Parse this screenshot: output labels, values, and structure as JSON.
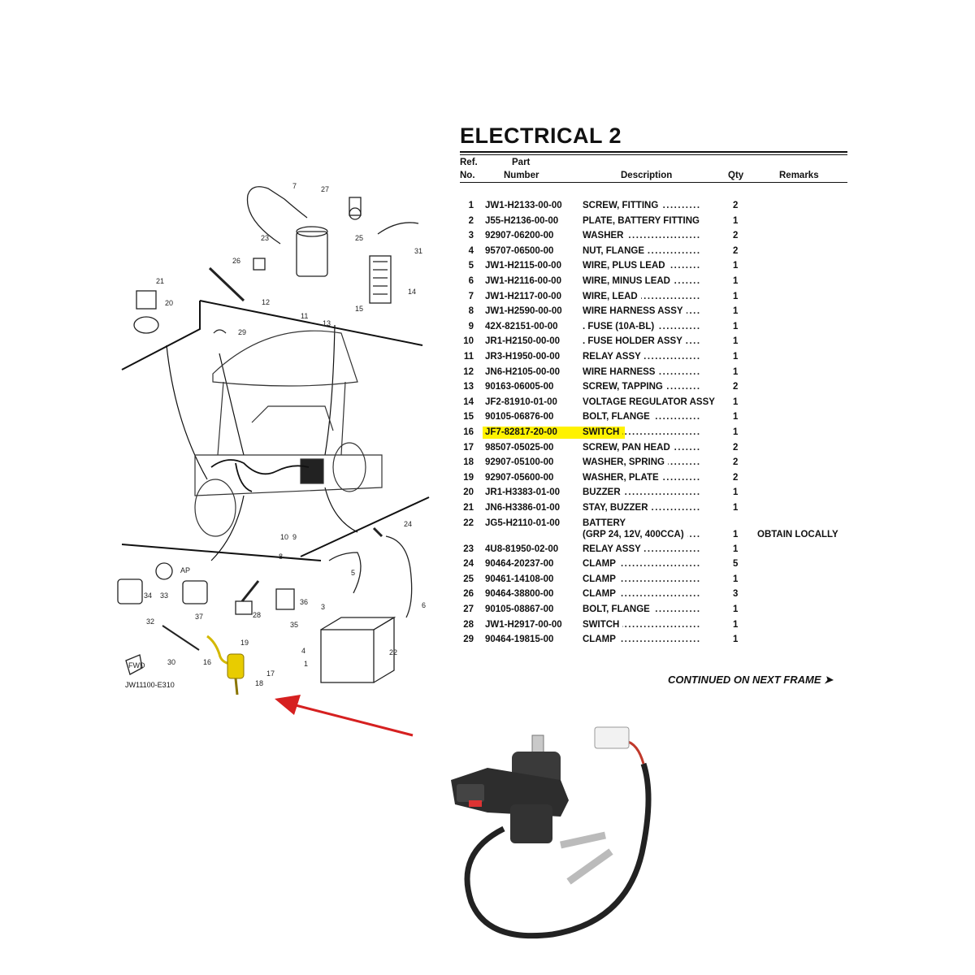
{
  "title": "ELECTRICAL 2",
  "headers": {
    "ref_line1": "Ref.",
    "ref_line2": "No.",
    "part_line1": "Part",
    "part_line2": "Number",
    "description": "Description",
    "qty": "Qty",
    "remarks": "Remarks"
  },
  "parts": [
    {
      "ref": "1",
      "part": "JW1-H2133-00-00",
      "desc": "SCREW, FITTING",
      "qty": "2",
      "remarks": ""
    },
    {
      "ref": "2",
      "part": "J55-H2136-00-00",
      "desc": "PLATE, BATTERY FITTING",
      "qty": "1",
      "remarks": ""
    },
    {
      "ref": "3",
      "part": "92907-06200-00",
      "desc": "WASHER",
      "qty": "2",
      "remarks": ""
    },
    {
      "ref": "4",
      "part": "95707-06500-00",
      "desc": "NUT, FLANGE",
      "qty": "2",
      "remarks": ""
    },
    {
      "ref": "5",
      "part": "JW1-H2115-00-00",
      "desc": "WIRE, PLUS LEAD",
      "qty": "1",
      "remarks": ""
    },
    {
      "ref": "6",
      "part": "JW1-H2116-00-00",
      "desc": "WIRE, MINUS LEAD",
      "qty": "1",
      "remarks": ""
    },
    {
      "ref": "7",
      "part": "JW1-H2117-00-00",
      "desc": "WIRE, LEAD",
      "qty": "1",
      "remarks": ""
    },
    {
      "ref": "8",
      "part": "JW1-H2590-00-00",
      "desc": "WIRE HARNESS ASSY",
      "qty": "1",
      "remarks": ""
    },
    {
      "ref": "9",
      "part": "42X-82151-00-00",
      "desc": ". FUSE (10A-BL)",
      "qty": "1",
      "remarks": ""
    },
    {
      "ref": "10",
      "part": "JR1-H2150-00-00",
      "desc": ". FUSE HOLDER ASSY",
      "qty": "1",
      "remarks": ""
    },
    {
      "ref": "11",
      "part": "JR3-H1950-00-00",
      "desc": "RELAY ASSY",
      "qty": "1",
      "remarks": ""
    },
    {
      "ref": "12",
      "part": "JN6-H2105-00-00",
      "desc": "WIRE HARNESS",
      "qty": "1",
      "remarks": ""
    },
    {
      "ref": "13",
      "part": "90163-06005-00",
      "desc": "SCREW, TAPPING",
      "qty": "2",
      "remarks": ""
    },
    {
      "ref": "14",
      "part": "JF2-81910-01-00",
      "desc": "VOLTAGE REGULATOR ASSY",
      "qty": "1",
      "remarks": ""
    },
    {
      "ref": "15",
      "part": "90105-06876-00",
      "desc": "BOLT, FLANGE",
      "qty": "1",
      "remarks": ""
    },
    {
      "ref": "16",
      "part": "JF7-82817-20-00",
      "desc": "SWITCH",
      "qty": "1",
      "remarks": "",
      "highlight": true
    },
    {
      "ref": "17",
      "part": "98507-05025-00",
      "desc": "SCREW, PAN HEAD",
      "qty": "2",
      "remarks": ""
    },
    {
      "ref": "18",
      "part": "92907-05100-00",
      "desc": "WASHER, SPRING",
      "qty": "2",
      "remarks": ""
    },
    {
      "ref": "19",
      "part": "92907-05600-00",
      "desc": "WASHER, PLATE",
      "qty": "2",
      "remarks": ""
    },
    {
      "ref": "20",
      "part": "JR1-H3383-01-00",
      "desc": "BUZZER",
      "qty": "1",
      "remarks": ""
    },
    {
      "ref": "21",
      "part": "JN6-H3386-01-00",
      "desc": "STAY, BUZZER",
      "qty": "1",
      "remarks": ""
    },
    {
      "ref": "22",
      "part": "JG5-H2110-01-00",
      "desc": "BATTERY",
      "desc2": "(GRP 24, 12V, 400CCA)",
      "qty": "1",
      "remarks": "OBTAIN LOCALLY"
    },
    {
      "ref": "23",
      "part": "4U8-81950-02-00",
      "desc": "RELAY ASSY",
      "qty": "1",
      "remarks": ""
    },
    {
      "ref": "24",
      "part": "90464-20237-00",
      "desc": "CLAMP",
      "qty": "5",
      "remarks": ""
    },
    {
      "ref": "25",
      "part": "90461-14108-00",
      "desc": "CLAMP",
      "qty": "1",
      "remarks": ""
    },
    {
      "ref": "26",
      "part": "90464-38800-00",
      "desc": "CLAMP",
      "qty": "3",
      "remarks": ""
    },
    {
      "ref": "27",
      "part": "90105-08867-00",
      "desc": "BOLT, FLANGE",
      "qty": "1",
      "remarks": ""
    },
    {
      "ref": "28",
      "part": "JW1-H2917-00-00",
      "desc": "SWITCH",
      "qty": "1",
      "remarks": ""
    },
    {
      "ref": "29",
      "part": "90464-19815-00",
      "desc": "CLAMP",
      "qty": "1",
      "remarks": ""
    }
  ],
  "continued": "CONTINUED ON NEXT FRAME ➤",
  "diagram_code": "JW11100-E310",
  "fwd_label": "FWD",
  "ap_label": "AP",
  "dots": "...............................",
  "highlight_color": "#fff200",
  "arrow_color": "#d62020",
  "part_icon": "key-switch-photo-icon"
}
